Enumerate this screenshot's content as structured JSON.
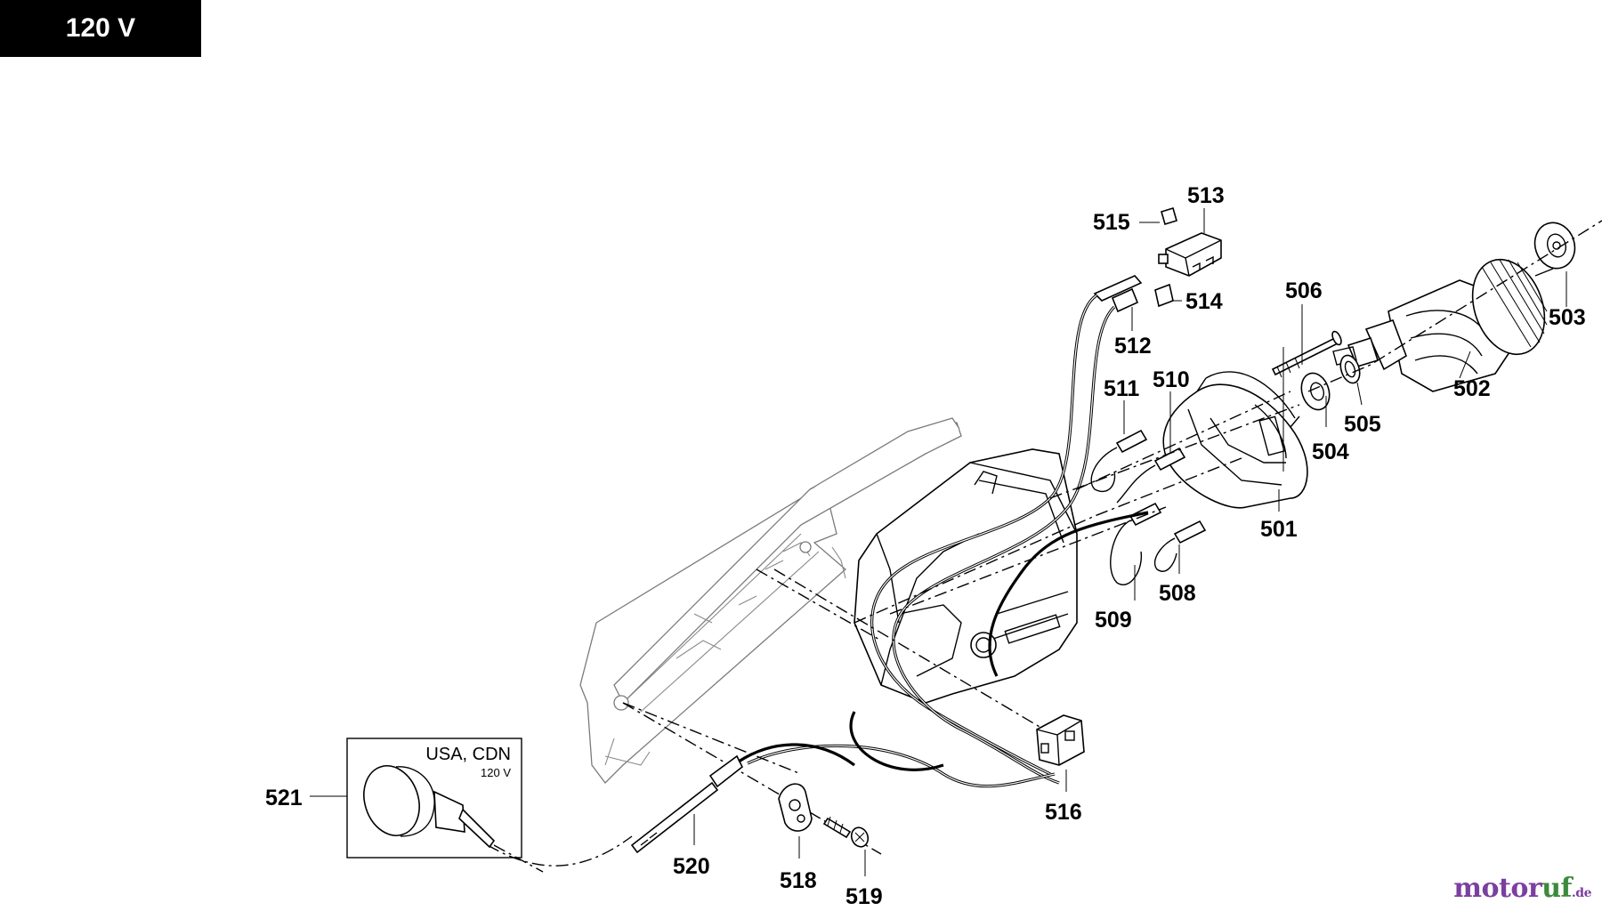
{
  "header": {
    "voltage": "120 V"
  },
  "inset": {
    "region": "USA, CDN",
    "voltage": "120 V"
  },
  "parts": {
    "p501": "501",
    "p502": "502",
    "p503": "503",
    "p504": "504",
    "p505": "505",
    "p506": "506",
    "p508": "508",
    "p509": "509",
    "p510": "510",
    "p511": "511",
    "p512": "512",
    "p513": "513",
    "p514": "514",
    "p515": "515",
    "p516": "516",
    "p518": "518",
    "p519": "519",
    "p520": "520",
    "p521": "521"
  },
  "watermark": {
    "brand_a": "motor",
    "brand_b": "uf",
    "domain": ".de"
  }
}
